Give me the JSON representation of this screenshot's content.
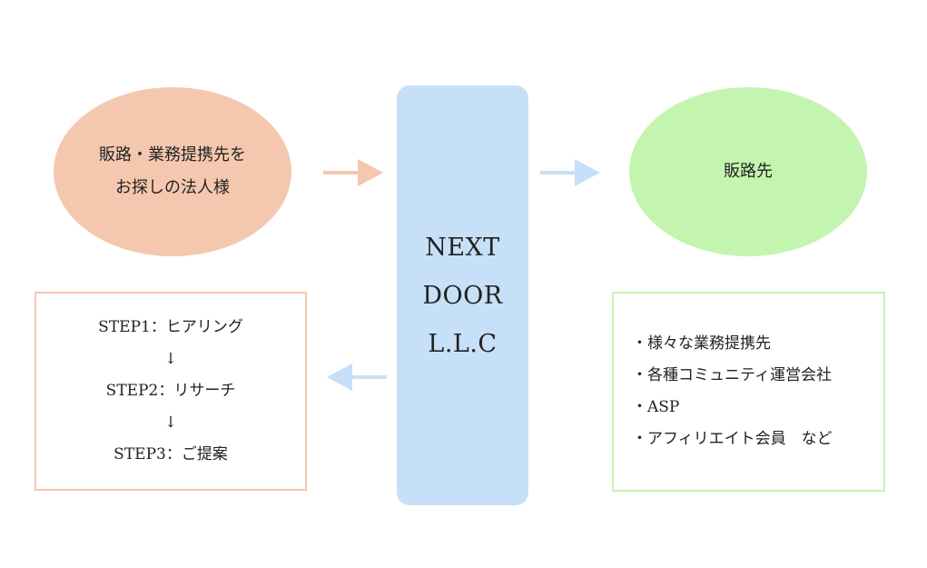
{
  "client": {
    "lines": [
      "販路・業務提携先を",
      "お探しの法人様"
    ],
    "color": "#f4c8ae"
  },
  "company": {
    "lines": [
      "NEXT",
      "DOOR",
      "L.L.C"
    ],
    "color": "#c6e0f7"
  },
  "channels": {
    "title": "販路先",
    "color": "#c4f5b0",
    "items": [
      "・様々な業務提携先",
      "・各種コミュニティ運営会社",
      "・ASP",
      "・アフィリエイト会員　など"
    ]
  },
  "steps": {
    "items": [
      "STEP1：ヒアリング",
      "↓",
      "STEP2：リサーチ",
      "↓",
      "STEP3：ご提案"
    ]
  },
  "arrows": {
    "client_to_company_color": "#f4c8ae",
    "company_to_channels_color": "#c6e0f7",
    "company_to_steps_color": "#c6e0f7"
  }
}
